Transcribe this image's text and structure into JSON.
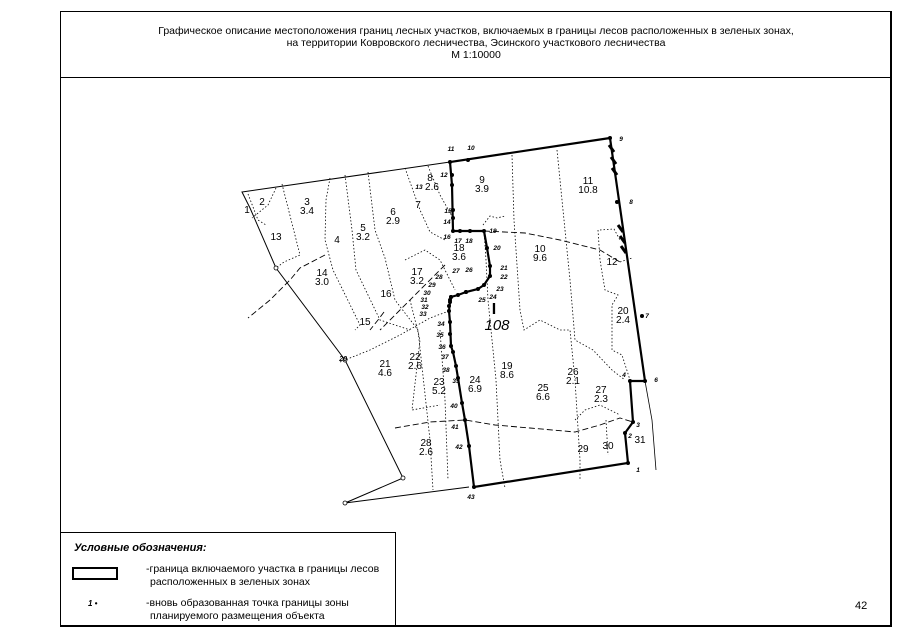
{
  "header": {
    "line1": "Графическое описание местоположения границ лесных участков, включаемых в границы лесов расположенных в зеленых зонах,",
    "line2": "на территории Ковровского лесничества, Эсинского участкового лесничества",
    "scale": "М 1:10000"
  },
  "map": {
    "quarter_symbol": "I",
    "quarter_number": "108",
    "plots": [
      {
        "num": "1",
        "area": ""
      },
      {
        "num": "2",
        "area": ""
      },
      {
        "num": "3",
        "area": "3.4"
      },
      {
        "num": "4",
        "area": ""
      },
      {
        "num": "5",
        "area": "3.2"
      },
      {
        "num": "6",
        "area": "2.9"
      },
      {
        "num": "7",
        "area": ""
      },
      {
        "num": "8",
        "area": "2.6"
      },
      {
        "num": "9",
        "area": "3.9"
      },
      {
        "num": "10",
        "area": "9.6"
      },
      {
        "num": "11",
        "area": "10.8"
      },
      {
        "num": "12",
        "area": ""
      },
      {
        "num": "13",
        "area": ""
      },
      {
        "num": "14",
        "area": "3.0"
      },
      {
        "num": "15",
        "area": ""
      },
      {
        "num": "16",
        "area": ""
      },
      {
        "num": "17",
        "area": "3.2"
      },
      {
        "num": "18",
        "area": "3.6"
      },
      {
        "num": "19",
        "area": "8.6"
      },
      {
        "num": "20",
        "area": "2.4"
      },
      {
        "num": "21",
        "area": "4.6"
      },
      {
        "num": "22",
        "area": "2.6"
      },
      {
        "num": "23",
        "area": "5.2"
      },
      {
        "num": "24",
        "area": "6.9"
      },
      {
        "num": "25",
        "area": "6.6"
      },
      {
        "num": "26",
        "area": "2.1"
      },
      {
        "num": "27",
        "area": "2.3"
      },
      {
        "num": "28",
        "area": "2.6"
      },
      {
        "num": "29",
        "area": ""
      },
      {
        "num": "30",
        "area": ""
      },
      {
        "num": "31",
        "area": ""
      }
    ],
    "points": [
      "1",
      "2",
      "3",
      "4",
      "6",
      "7",
      "8",
      "9",
      "10",
      "11",
      "12",
      "13",
      "14",
      "15",
      "16",
      "17",
      "18",
      "19",
      "20",
      "21",
      "22",
      "23",
      "24",
      "25",
      "26",
      "27",
      "28",
      "29",
      "30",
      "31",
      "32",
      "33",
      "34",
      "35",
      "36",
      "37",
      "38",
      "39",
      "40",
      "41",
      "42",
      "43"
    ],
    "outer_point": "20"
  },
  "legend": {
    "title": "Условные обозначения:",
    "boundary_line1": "-граница включаемого участка в границы лесов",
    "boundary_line2": "расположенных в зеленых зонах",
    "point_sample": "1 •",
    "point_line1": "-вновь образованная точка границы зоны",
    "point_line2": "планируемого размещения объекта"
  },
  "page_number": "42"
}
